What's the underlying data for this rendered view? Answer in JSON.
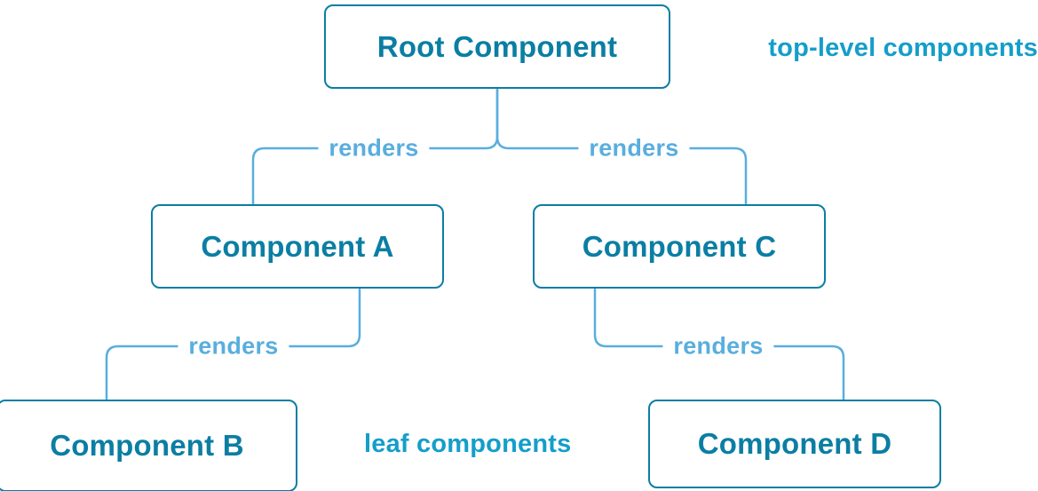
{
  "diagram": {
    "kind": "component-tree",
    "nodes": {
      "root": {
        "label": "Root Component"
      },
      "a": {
        "label": "Component A"
      },
      "b": {
        "label": "Component B"
      },
      "c": {
        "label": "Component C"
      },
      "d": {
        "label": "Component D"
      }
    },
    "edges": [
      {
        "from": "root",
        "to": "a",
        "label": "renders"
      },
      {
        "from": "root",
        "to": "c",
        "label": "renders"
      },
      {
        "from": "a",
        "to": "b",
        "label": "renders"
      },
      {
        "from": "c",
        "to": "d",
        "label": "renders"
      }
    ],
    "annotations": {
      "top": "top-level components",
      "bottom": "leaf components"
    },
    "colors": {
      "node_border": "#0b7ea3",
      "node_text": "#0b7ea3",
      "line": "#59aede",
      "edge_label_text": "#59aede",
      "annotation_text": "#149eca",
      "background": "#ffffff"
    }
  }
}
